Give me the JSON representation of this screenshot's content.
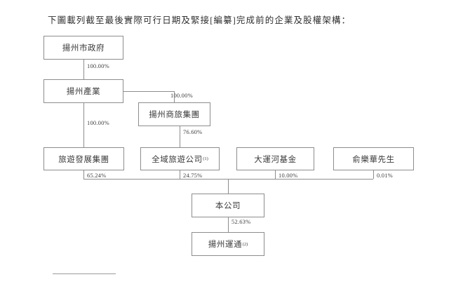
{
  "document": {
    "intro_text": "下圖載列截至最後實際可行日期及緊接[編纂]完成前的企業及股權架構："
  },
  "chart_data": {
    "type": "diagram",
    "title": "企業及股權架構",
    "nodes": [
      {
        "id": "yangzhou_gov",
        "label": "揚州市政府",
        "note": ""
      },
      {
        "id": "yangzhou_industry",
        "label": "揚州產業",
        "note": ""
      },
      {
        "id": "business_travel",
        "label": "揚州商旅集團",
        "note": ""
      },
      {
        "id": "tourism_dev",
        "label": "旅遊發展集團",
        "note": ""
      },
      {
        "id": "quanyu_tourism",
        "label": "全域旅遊公司",
        "note": "(1)"
      },
      {
        "id": "grand_canal_fund",
        "label": "大運河基金",
        "note": ""
      },
      {
        "id": "mr_yu",
        "label": "俞樂華先生",
        "note": ""
      },
      {
        "id": "company",
        "label": "本公司",
        "note": ""
      },
      {
        "id": "yangzhou_yuntong",
        "label": "揚州運通",
        "note": "(2)"
      }
    ],
    "edges": [
      {
        "from": "yangzhou_gov",
        "to": "yangzhou_industry",
        "percent": "100.00%"
      },
      {
        "from": "yangzhou_industry",
        "to": "business_travel",
        "percent": "100.00%"
      },
      {
        "from": "yangzhou_industry",
        "to": "tourism_dev",
        "percent": "100.00%"
      },
      {
        "from": "business_travel",
        "to": "quanyu_tourism",
        "percent": "76.60%"
      },
      {
        "from": "tourism_dev",
        "to": "company",
        "percent": "65.24%"
      },
      {
        "from": "quanyu_tourism",
        "to": "company",
        "percent": "24.75%"
      },
      {
        "from": "grand_canal_fund",
        "to": "company",
        "percent": "10.00%"
      },
      {
        "from": "mr_yu",
        "to": "company",
        "percent": "0.01%"
      },
      {
        "from": "company",
        "to": "yangzhou_yuntong",
        "percent": "52.63%"
      }
    ]
  }
}
